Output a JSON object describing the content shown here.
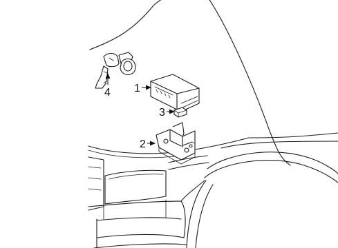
{
  "callouts": [
    {
      "id": "1",
      "label": "1"
    },
    {
      "id": "2",
      "label": "2"
    },
    {
      "id": "3",
      "label": "3"
    },
    {
      "id": "4",
      "label": "4"
    }
  ],
  "colors": {
    "line": "#1a1a1a",
    "background": "#ffffff"
  }
}
